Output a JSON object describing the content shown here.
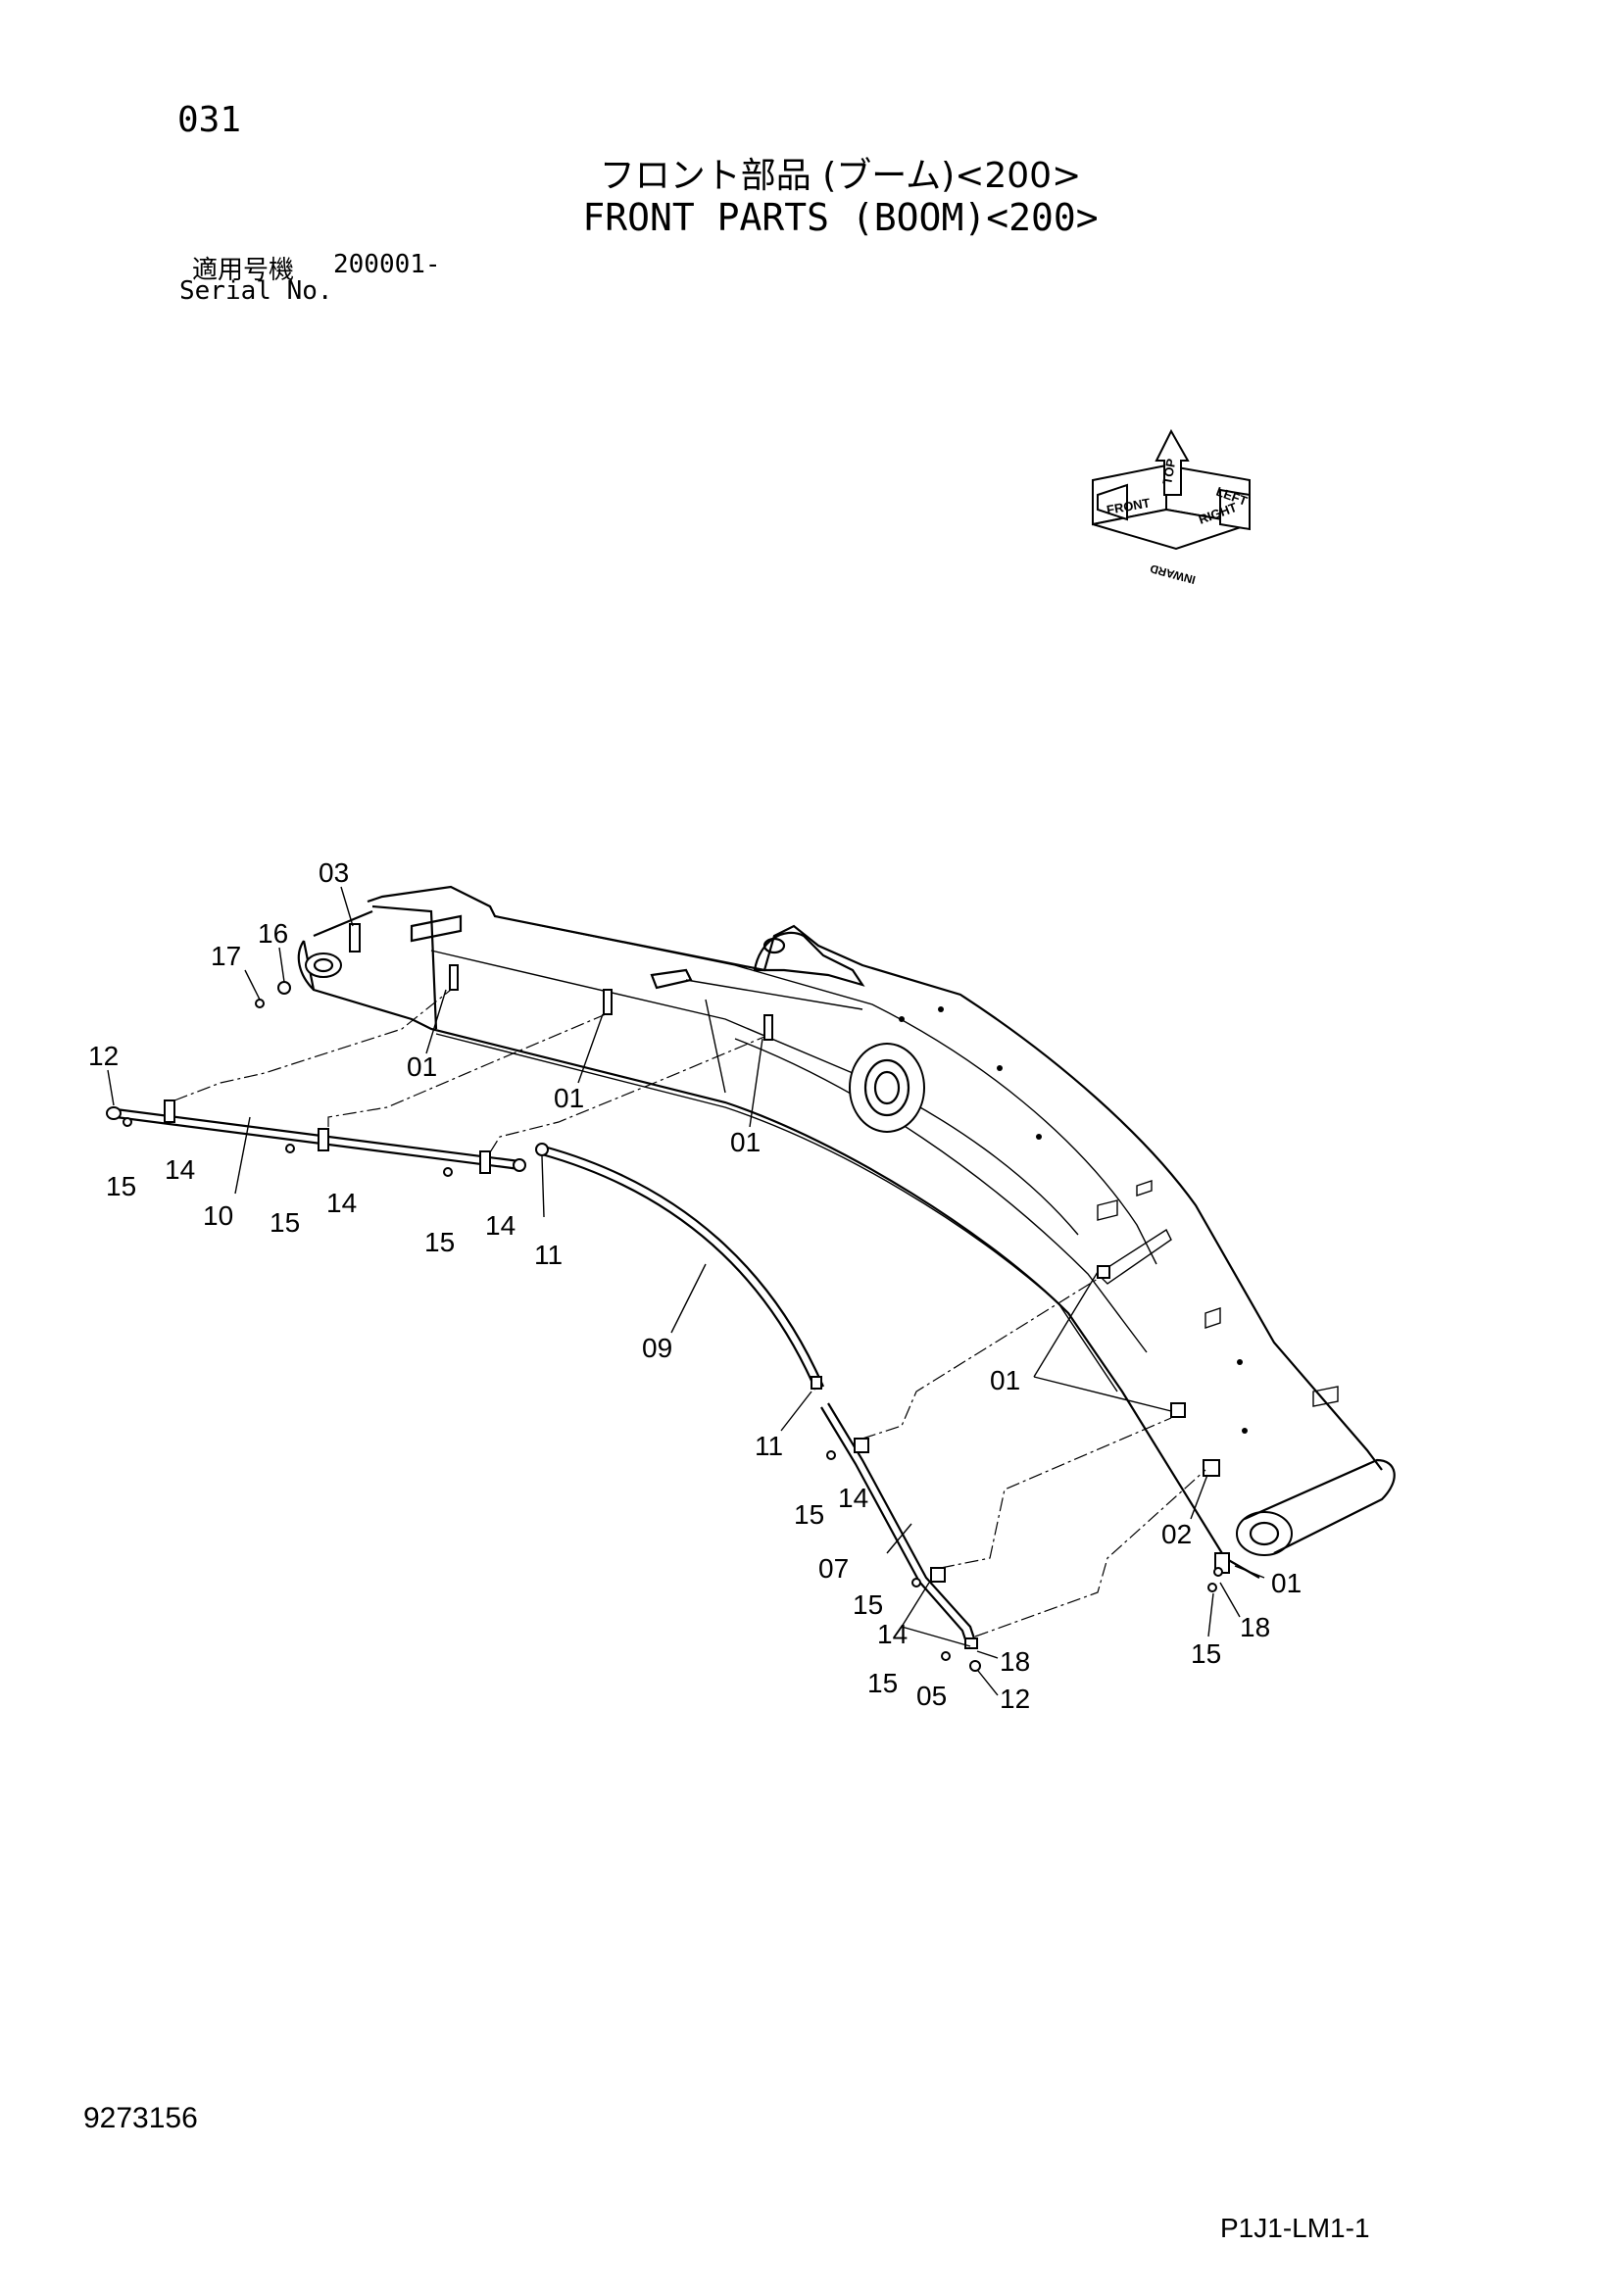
{
  "header": {
    "page_number": "031",
    "title_jp": "フロント部品 (ブーム)<200>",
    "title_en": "FRONT PARTS (BOOM)<200>",
    "serial_label_jp": "適用号機",
    "serial_value": "200001-",
    "serial_label_en": "Serial No."
  },
  "orientation_marker": {
    "labels": [
      "FRONT",
      "TOP",
      "RIGHT",
      "INWARD",
      "LEFT"
    ]
  },
  "callouts": {
    "c03": "03",
    "c16": "16",
    "c17": "17",
    "c12a": "12",
    "c01a": "01",
    "c01b": "01",
    "c01c": "01",
    "c15a": "15",
    "c14a": "14",
    "c10": "10",
    "c15b": "15",
    "c14b": "14",
    "c15c": "15",
    "c14c": "14",
    "c11a": "11",
    "c09": "09",
    "c11b": "11",
    "c15d": "15",
    "c14d": "14",
    "c01d": "01",
    "c07": "07",
    "c02": "02",
    "c15e": "15",
    "c14e": "14",
    "c15f": "15",
    "c05": "05",
    "c18a": "18",
    "c12b": "12",
    "c01e": "01",
    "c18b": "18",
    "c15g": "15"
  },
  "footer": {
    "document_number": "9273156",
    "sheet_code": "P1J1-LM1-1"
  }
}
